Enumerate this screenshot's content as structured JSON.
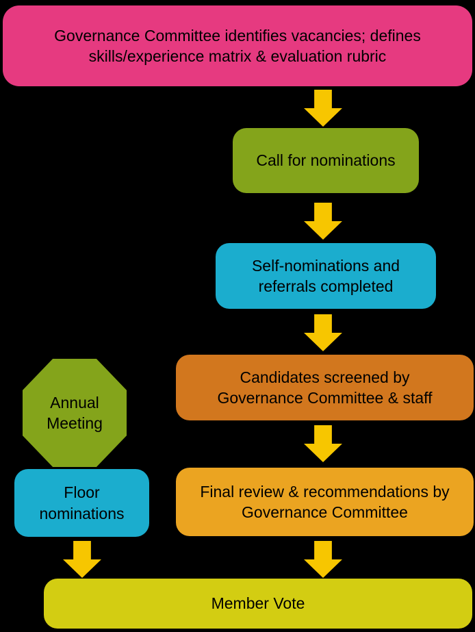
{
  "diagram": {
    "type": "flowchart",
    "background": "#000000",
    "colors": {
      "start_node": "#e63a80",
      "green_node": "#84a41b",
      "cyan_node": "#1badce",
      "orange_node": "#d2771e",
      "amber_node": "#eba421",
      "vote_node": "#d3cd12",
      "arrow": "#f7c600",
      "text": "#000000"
    },
    "nodes": {
      "governance": {
        "label": "Governance Committee identifies vacancies; defines\nskills/experience matrix & evaluation rubric",
        "shape": "rounded-rect",
        "color": "#e63a80"
      },
      "call": {
        "label": "Call for nominations",
        "shape": "rounded-rect",
        "color": "#84a41b"
      },
      "self_nominations": {
        "label": "Self-nominations and\nreferrals completed",
        "shape": "rounded-rect",
        "color": "#1badce"
      },
      "screened": {
        "label": "Candidates screened by\nGovernance Committee & staff",
        "shape": "rounded-rect",
        "color": "#d2771e"
      },
      "final_review": {
        "label": "Final review & recommendations by\nGovernance Committee",
        "shape": "rounded-rect",
        "color": "#eba421"
      },
      "annual_meeting": {
        "label": "Annual\nMeeting",
        "shape": "octagon",
        "color": "#84a41b"
      },
      "floor_nominations": {
        "label": "Floor\nnominations",
        "shape": "rounded-rect",
        "color": "#1badce"
      },
      "member_vote": {
        "label": "Member Vote",
        "shape": "rounded-rect",
        "color": "#d3cd12"
      }
    },
    "edges": [
      {
        "from": "governance",
        "to": "call"
      },
      {
        "from": "call",
        "to": "self_nominations"
      },
      {
        "from": "self_nominations",
        "to": "screened"
      },
      {
        "from": "screened",
        "to": "final_review"
      },
      {
        "from": "final_review",
        "to": "member_vote"
      },
      {
        "from": "annual_meeting",
        "to": "floor_nominations"
      },
      {
        "from": "floor_nominations",
        "to": "member_vote"
      }
    ]
  }
}
